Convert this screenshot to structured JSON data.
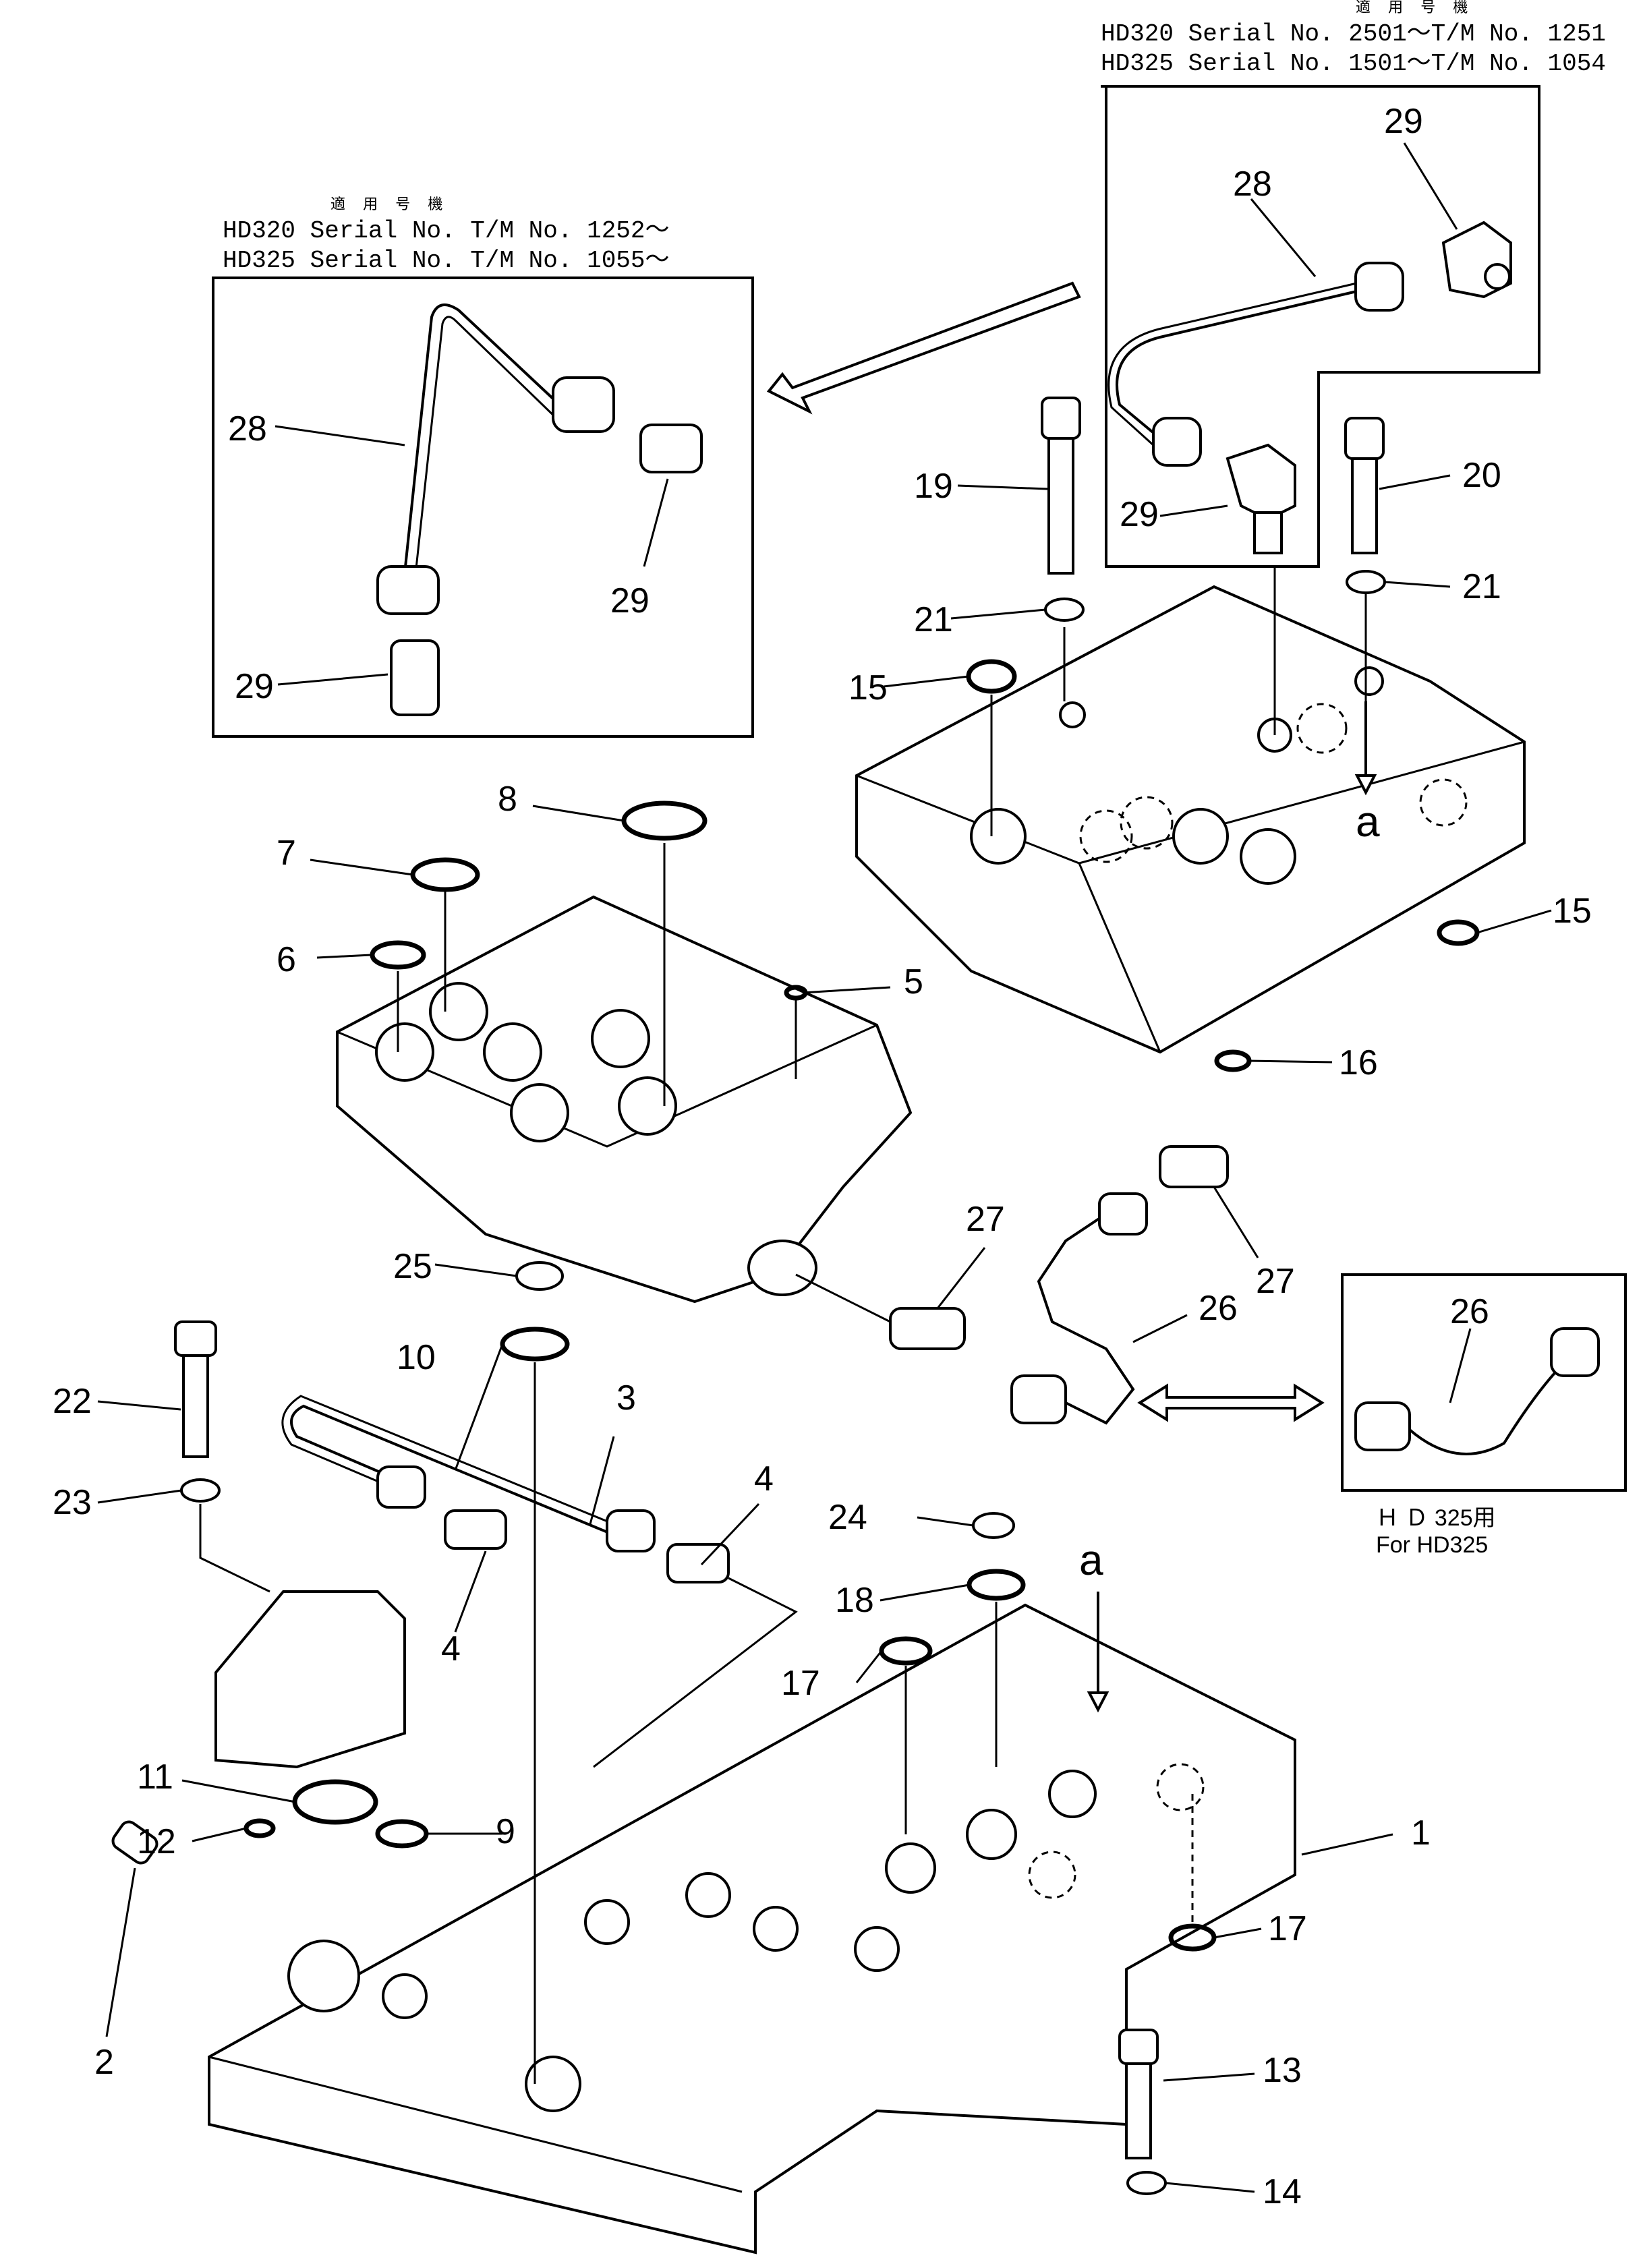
{
  "insets": {
    "right_top": {
      "jp": "適 用 号 機",
      "line1": "HD320 Serial No. 2501～T/M No. 1251",
      "line2": "HD325 Serial No. 1501～T/M No. 1054"
    },
    "left_top": {
      "jp": "適 用 号 機",
      "line1": "HD320 Serial No. T/M No. 1252～",
      "line2": "HD325 Serial No. T/M No. 1055～"
    },
    "hd325": {
      "label1": "Ｈ Ｄ 325用",
      "label2": "For  HD325"
    }
  },
  "callouts": {
    "c1": "1",
    "c2": "2",
    "c3": "3",
    "c4a": "4",
    "c4b": "4",
    "c5": "5",
    "c6": "6",
    "c7": "7",
    "c8": "8",
    "c9": "9",
    "c10": "10",
    "c11": "11",
    "c12": "12",
    "c13": "13",
    "c14": "14",
    "c15a": "15",
    "c15b": "15",
    "c16": "16",
    "c17a": "17",
    "c17b": "17",
    "c18": "18",
    "c19": "19",
    "c20": "20",
    "c21a": "21",
    "c21b": "21",
    "c22": "22",
    "c23": "23",
    "c24": "24",
    "c25": "25",
    "c26a": "26",
    "c26b": "26",
    "c27a": "27",
    "c27b": "27",
    "c28a": "28",
    "c28b": "28",
    "c29a": "29",
    "c29b": "29",
    "c29c": "29",
    "c29d": "29",
    "ref_a1": "a",
    "ref_a2": "a"
  }
}
